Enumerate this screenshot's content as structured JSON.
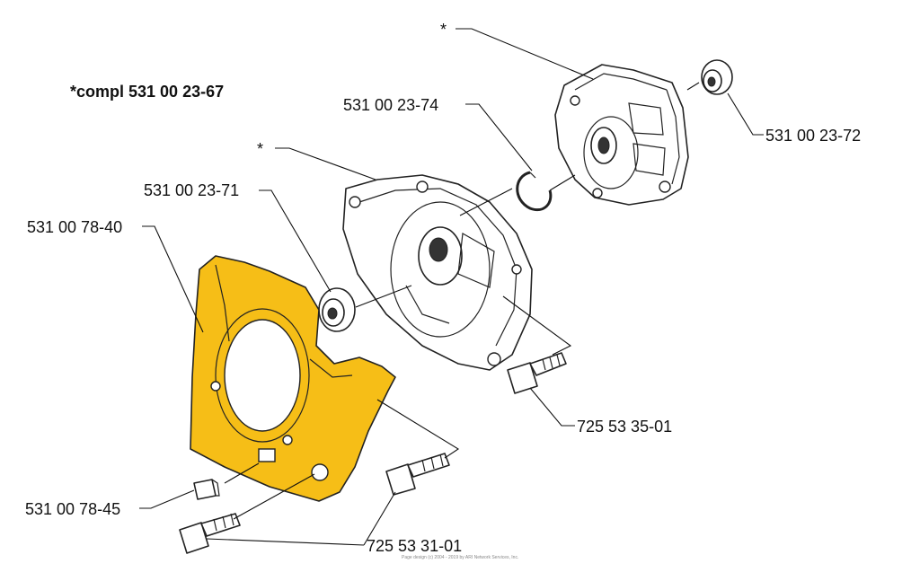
{
  "title": "*compl 531 00 23-67",
  "callouts": {
    "star_top": "*",
    "star_mid": "*",
    "p_23_74": "531 00 23-74",
    "p_23_72": "531 00 23-72",
    "p_23_71": "531 00 23-71",
    "p_78_40": "531 00 78-40",
    "p_35_01": "725 53 35-01",
    "p_78_45": "531 00 78-45",
    "p_31_01": "725 53 31-01"
  },
  "copyright": "Page design (c) 2004 - 2019 by ARI Network Services, Inc.",
  "colors": {
    "highlight": "#F6BE17",
    "line": "#222222",
    "background": "#FFFFFF"
  }
}
